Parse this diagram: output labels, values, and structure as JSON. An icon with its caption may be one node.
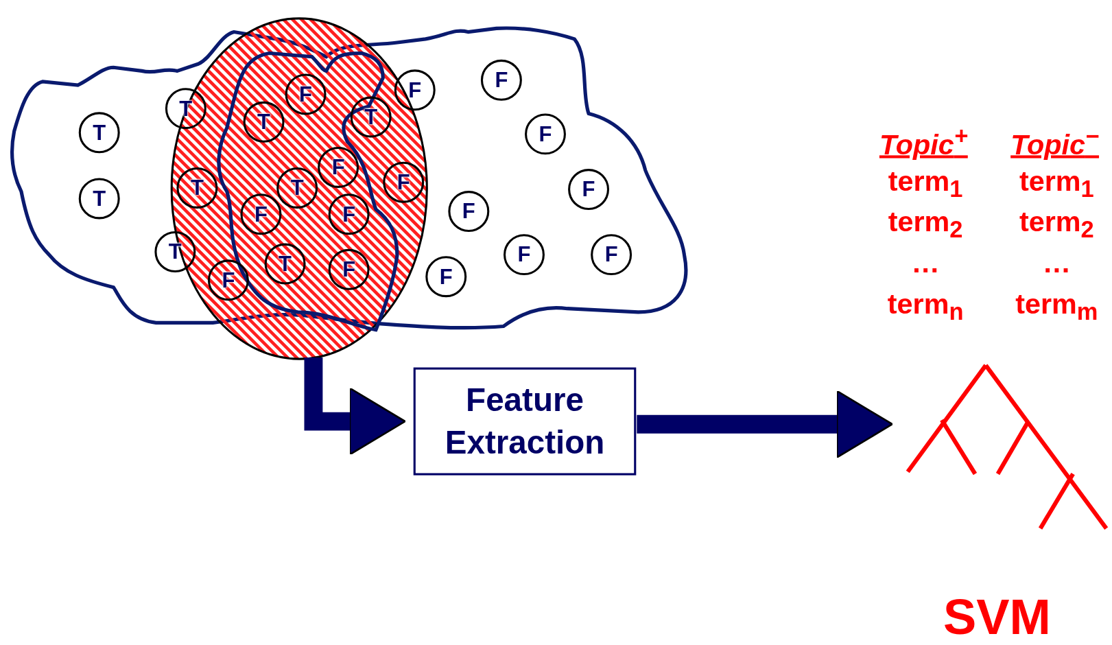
{
  "diagram": {
    "nodes": [
      {
        "text": [],
        "shape": "cloud"
      },
      {
        "text": [],
        "shape": "ellipse"
      },
      {
        "text": [],
        "shape": "cloud",
        "in": 1
      },
      {
        "text": [
          "T"
        ],
        "in": 0
      },
      {
        "text": [
          "F"
        ],
        "in": 2
      },
      {
        "text": [
          "F"
        ],
        "in": 0
      },
      {
        "text": [
          "T"
        ],
        "in": 0
      },
      {
        "text": [
          "T"
        ],
        "in": 2
      },
      {
        "text": [
          "T"
        ],
        "in": 1
      },
      {
        "text": [
          "T"
        ],
        "in": 0
      },
      {
        "text": [
          "F"
        ],
        "in": 0
      },
      {
        "text": [
          "F"
        ],
        "in": 0
      },
      {
        "text": [
          "F"
        ],
        "in": 2
      },
      {
        "text": [
          "T"
        ],
        "in": 1
      },
      {
        "text": [
          "T"
        ],
        "in": 2
      },
      {
        "text": [
          "F"
        ],
        "in": 1
      },
      {
        "text": [
          "F"
        ],
        "in": 0
      },
      {
        "text": [
          "F"
        ],
        "in": 0
      },
      {
        "text": [
          "F"
        ],
        "in": 2
      },
      {
        "text": [
          "F"
        ],
        "in": 2
      },
      {
        "text": [
          "T"
        ],
        "in": 0
      },
      {
        "text": [
          "F"
        ],
        "in": 0
      },
      {
        "text": [
          "F"
        ],
        "in": 0
      },
      {
        "text": [
          "F"
        ],
        "in": 1
      },
      {
        "text": [
          "T"
        ],
        "in": 2
      },
      {
        "text": [
          "F"
        ],
        "in": 2
      },
      {
        "text": [
          "F"
        ],
        "in": 0
      },
      {
        "text": [
          "Feature Extraction"
        ]
      },
      {
        "text": [
          "SVM"
        ]
      }
    ],
    "edges": [
      {
        "from": 1,
        "to": 27,
        "arrow": "to"
      },
      {
        "from": 27,
        "to": 28,
        "arrow": "to"
      }
    ],
    "labels": [
      "Topic$^{+}$",
      "Topic$^{−}$",
      "term$_{1}$",
      "term$_{1}$",
      "term$_{2}$",
      "term$_{2}$",
      "…",
      "…",
      "term$_{n}$",
      "term$_{m}$"
    ]
  }
}
